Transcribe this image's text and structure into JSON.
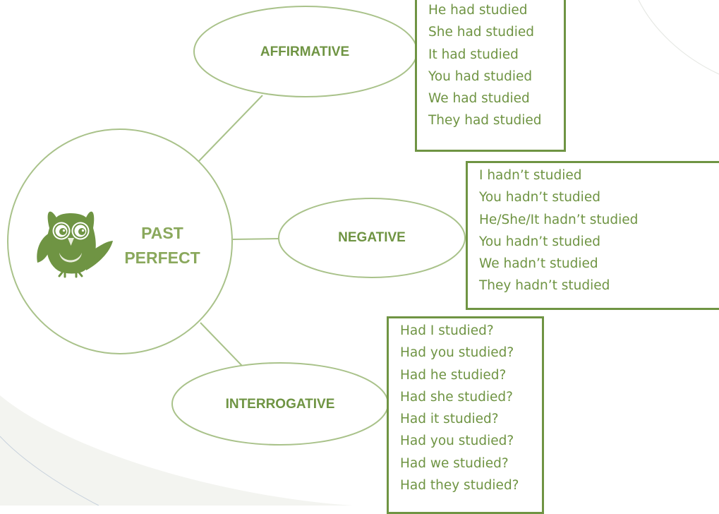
{
  "center": {
    "title_line1": "PAST",
    "title_line2": "PERFECT"
  },
  "branches": {
    "affirmative": {
      "label": "AFFIRMATIVE",
      "lines": [
        "He had studied",
        "She had studied",
        "It had studied",
        "You had studied",
        "We had studied",
        "They had studied"
      ]
    },
    "negative": {
      "label": "NEGATIVE",
      "lines": [
        "I hadn’t studied",
        "You hadn’t studied",
        "He/She/It hadn’t studied",
        "You hadn’t studied",
        "We hadn’t studied",
        "They hadn’t studied"
      ]
    },
    "interrogative": {
      "label": "INTERROGATIVE",
      "lines": [
        "Had I studied?",
        "Had you studied?",
        "Had he studied?",
        "Had she studied?",
        "Had it studied?",
        "Had you studied?",
        "Had we studied?",
        "Had they studied?"
      ]
    }
  },
  "colors": {
    "accent": "#6f9443",
    "accent_light": "#8aa85c",
    "outline": "#a9c28a",
    "background_swoosh": "#f3f4f0"
  },
  "icons": {
    "mascot": "owl-icon"
  }
}
